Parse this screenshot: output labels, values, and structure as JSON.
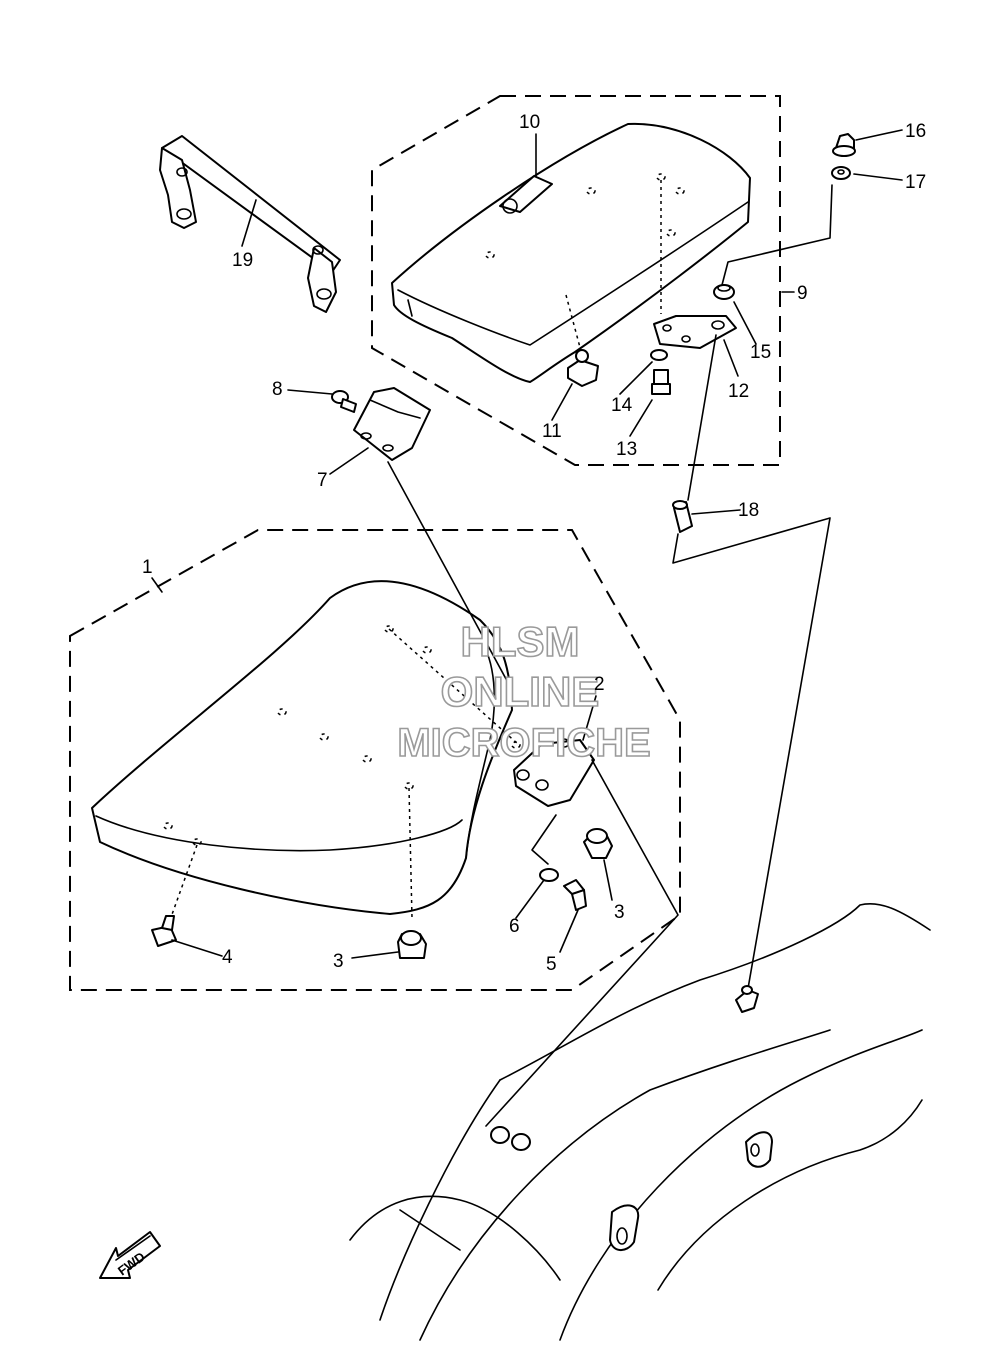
{
  "callouts": {
    "c1": "1",
    "c2": "2",
    "c3a": "3",
    "c3b": "3",
    "c4": "4",
    "c5": "5",
    "c6": "6",
    "c7": "7",
    "c8": "8",
    "c9": "9",
    "c10": "10",
    "c11": "11",
    "c12": "12",
    "c13": "13",
    "c14": "14",
    "c15": "15",
    "c16": "16",
    "c17": "17",
    "c18": "18",
    "c19": "19"
  },
  "watermark": {
    "line1": "HLSM",
    "line2": "ONLINE",
    "line3": "MICROFICHE"
  },
  "direction_label": "FWD"
}
